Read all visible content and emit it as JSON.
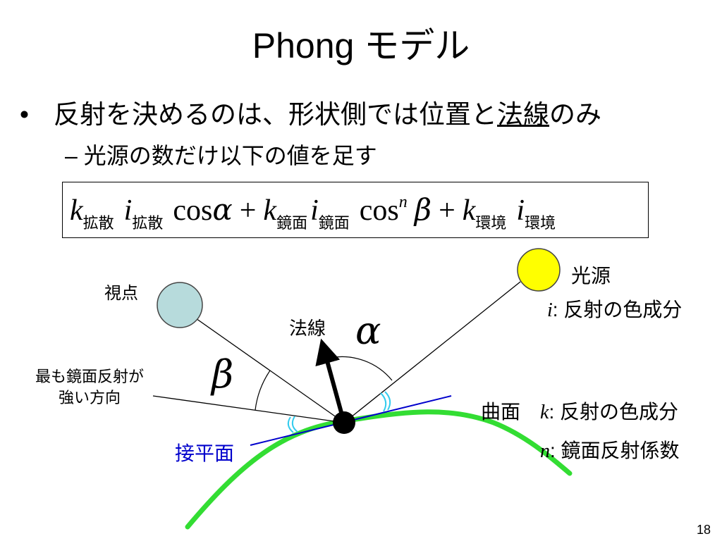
{
  "title": "Phong モデル",
  "bullet": {
    "marker": "•",
    "text_before": "反射を決めるのは、形状側では位置と",
    "text_underlined": "法線",
    "text_after": "のみ"
  },
  "sub_bullet": {
    "marker": "–",
    "text": "光源の数だけ以下の値を足す"
  },
  "formula": {
    "k": "k",
    "i": "i",
    "diffuse": "拡散",
    "specular": "鏡面",
    "ambient": "環境",
    "cos": "cos",
    "alpha": "α",
    "beta": "β",
    "plus": "+",
    "exponent": "n"
  },
  "diagram": {
    "viewpoint_label": "視点",
    "light_label": "光源",
    "light_desc_var": "i",
    "light_desc_text": ": 反射の色成分",
    "normal_label": "法線",
    "alpha_symbol": "α",
    "beta_symbol": "β",
    "reflection_label_line1": "最も鏡面反射が",
    "reflection_label_line2": "強い方向",
    "surface_label": "曲面",
    "k_var": "k",
    "k_desc": ": 反射の色成分",
    "n_var": "n",
    "n_desc": ": 鏡面反射係数",
    "tangent_label": "接平面",
    "colors": {
      "viewpoint_fill": "#b7dbdc",
      "light_fill": "#ffff00",
      "surface_curve": "#33dd33",
      "tangent_line": "#0000cc",
      "tangent_label": "#0000cc",
      "angle_marks": "#33ccee",
      "point": "#000000"
    }
  },
  "page_number": "18"
}
